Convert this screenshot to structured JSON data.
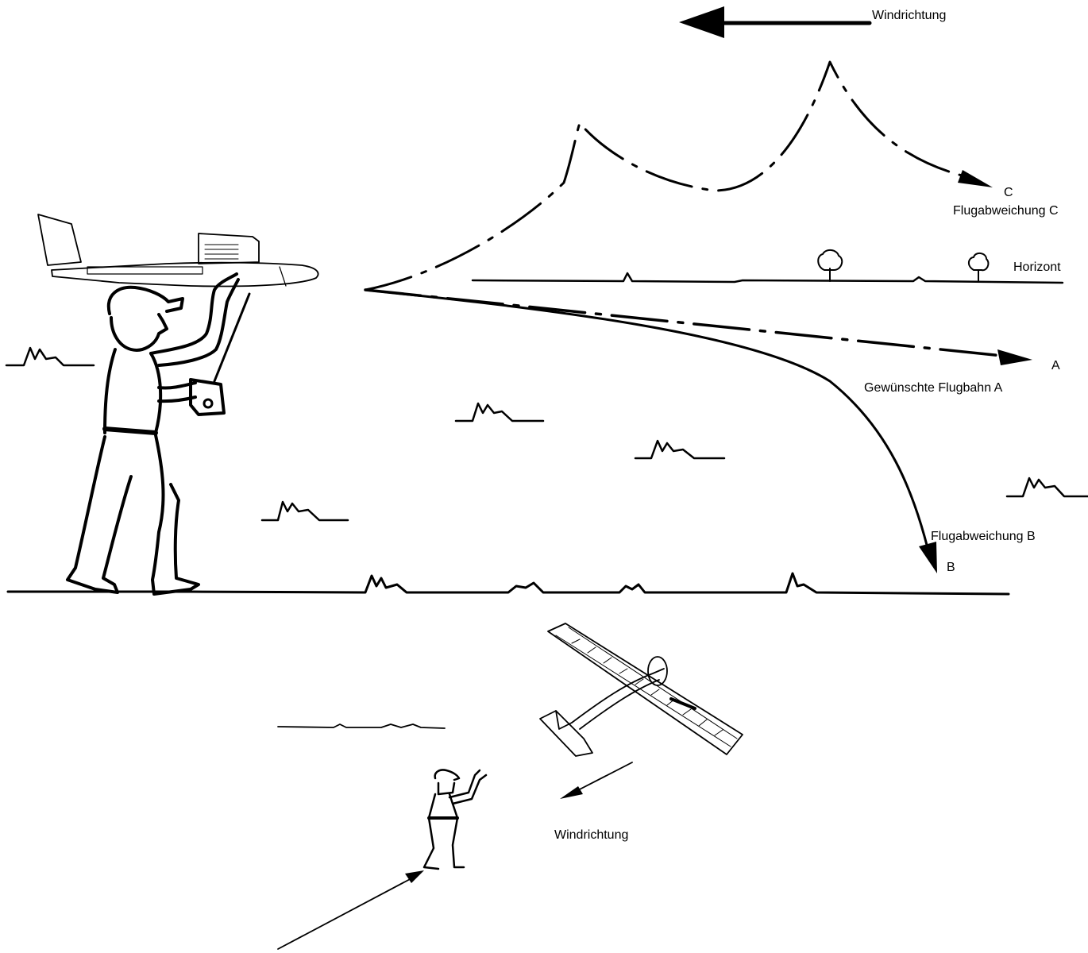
{
  "labels": {
    "wind_top": "Windrichtung",
    "c_letter": "C",
    "c_caption": "Flugabweichung C",
    "horizon": "Horizont",
    "a_letter": "A",
    "a_caption": "Gewünschte Flugbahn A",
    "b_caption": "Flugabweichung B",
    "b_letter": "B",
    "wind_bottom": "Windrichtung"
  },
  "colors": {
    "ink": "#000000",
    "background": "#ffffff"
  }
}
